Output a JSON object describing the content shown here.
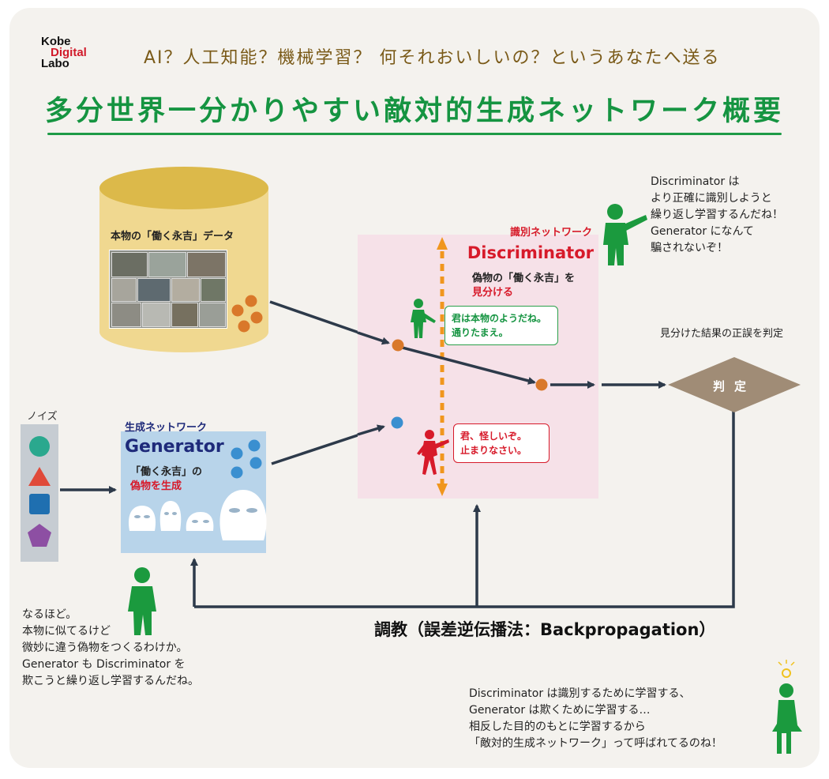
{
  "header": {
    "logo": [
      "Kobe",
      "Digital",
      "Labo"
    ],
    "subtitle": "AI？人工知能？機械学習？ 何それおいしいの？というあなたへ送る",
    "title": "多分世界一分かりやすい敵対的生成ネットワーク概要"
  },
  "real_data": {
    "label": "本物の「働く永吉」データ"
  },
  "discriminator": {
    "kana_label": "識別ネットワーク",
    "name": "Discriminator",
    "desc_line1": "偽物の「働く永吉」を",
    "desc_line2": "見分ける",
    "bubble_accept": [
      "君は本物のようだね。",
      "通りたまえ。"
    ],
    "bubble_reject": [
      "君、怪しいぞ。",
      "止まりなさい。"
    ]
  },
  "generator": {
    "kana_label": "生成ネットワーク",
    "name": "Generator",
    "desc_line1": "「働く永吉」の",
    "desc_line2": "偽物を生成"
  },
  "noise": {
    "label": "ノイズ",
    "shapes": [
      "circle",
      "triangle",
      "square",
      "pentagon"
    ]
  },
  "judge": {
    "caption": "見分けた結果の正誤を判定",
    "label": "判定"
  },
  "training": {
    "label": "調教（誤差逆伝播法：Backpropagation）"
  },
  "messages": {
    "discriminator_person": [
      "Discriminator は",
      "より正確に識別しようと",
      "繰り返し学習するんだね！",
      "Generator になんて",
      "騙されないぞ！"
    ],
    "generator_person": [
      "なるほど。",
      "本物に似てるけど",
      "微妙に違う偽物をつくるわけか。",
      "Generator も Discriminator を",
      "欺こうと繰り返し学習するんだね。"
    ],
    "summary_person": [
      "Discriminator は識別するために学習する、",
      "Generator は欺くために学習する…",
      "相反した目的のもとに学習するから",
      "「敵対的生成ネットワーク」って呼ばれてるのね！"
    ]
  },
  "colors": {
    "title_green": "#159441",
    "accent_red": "#d71a2a",
    "generator_navy": "#1e2a7a",
    "arrow": "#2d3a4a",
    "real_sample": "#d9782a",
    "fake_sample": "#3a8fd0",
    "database": "#f0d890",
    "judge_diamond": "#a08c76",
    "figure_green": "#1b9a3e"
  }
}
